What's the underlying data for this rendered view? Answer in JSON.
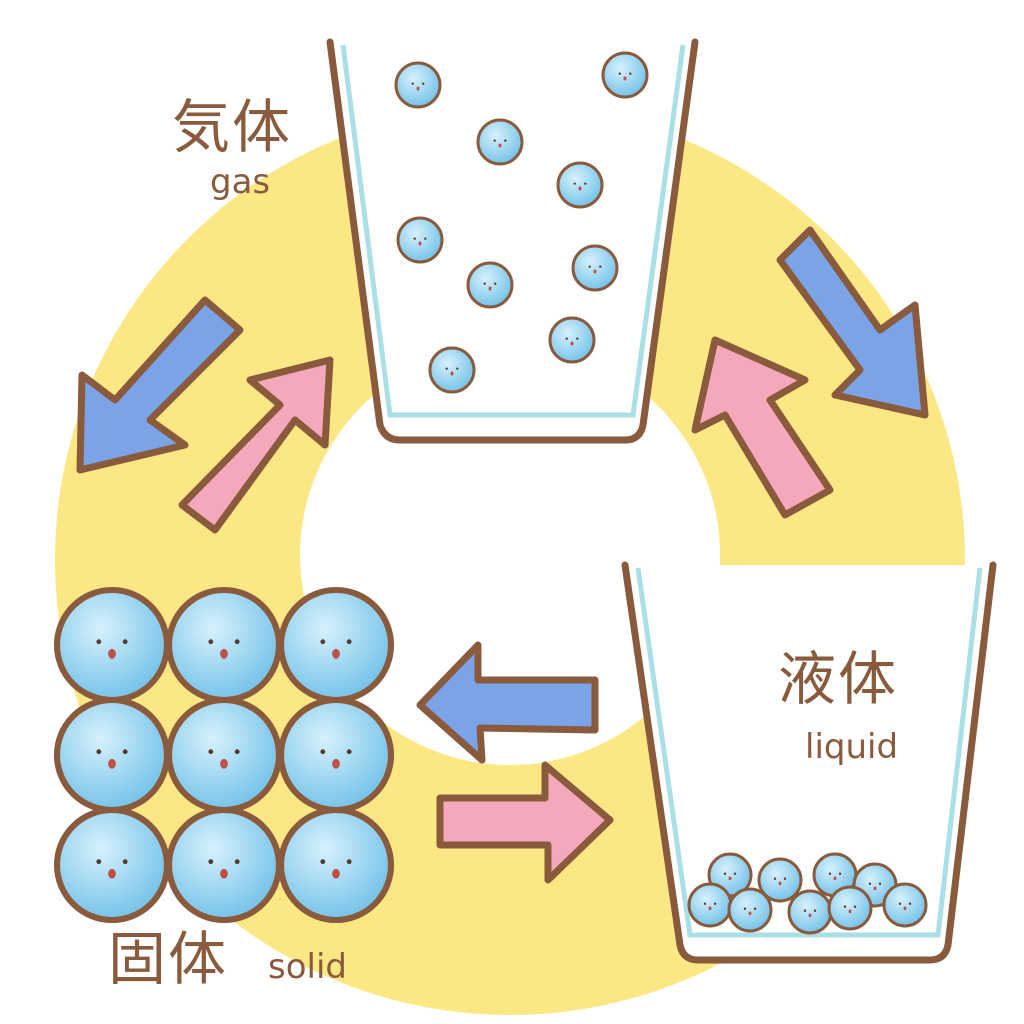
{
  "labels": {
    "gas_jp": "気体",
    "gas_en": "gas",
    "liquid_jp": "液体",
    "liquid_en": "liquid",
    "solid_jp": "固体",
    "solid_en": "solid"
  },
  "colors": {
    "ring": "#fbe784",
    "outline": "#8a5a3c",
    "particle": "#8fd0f0",
    "cup_rim": "#a9dfe6",
    "cool_arrow": "#7aa3e8",
    "heat_arrow": "#f3a9bb"
  }
}
